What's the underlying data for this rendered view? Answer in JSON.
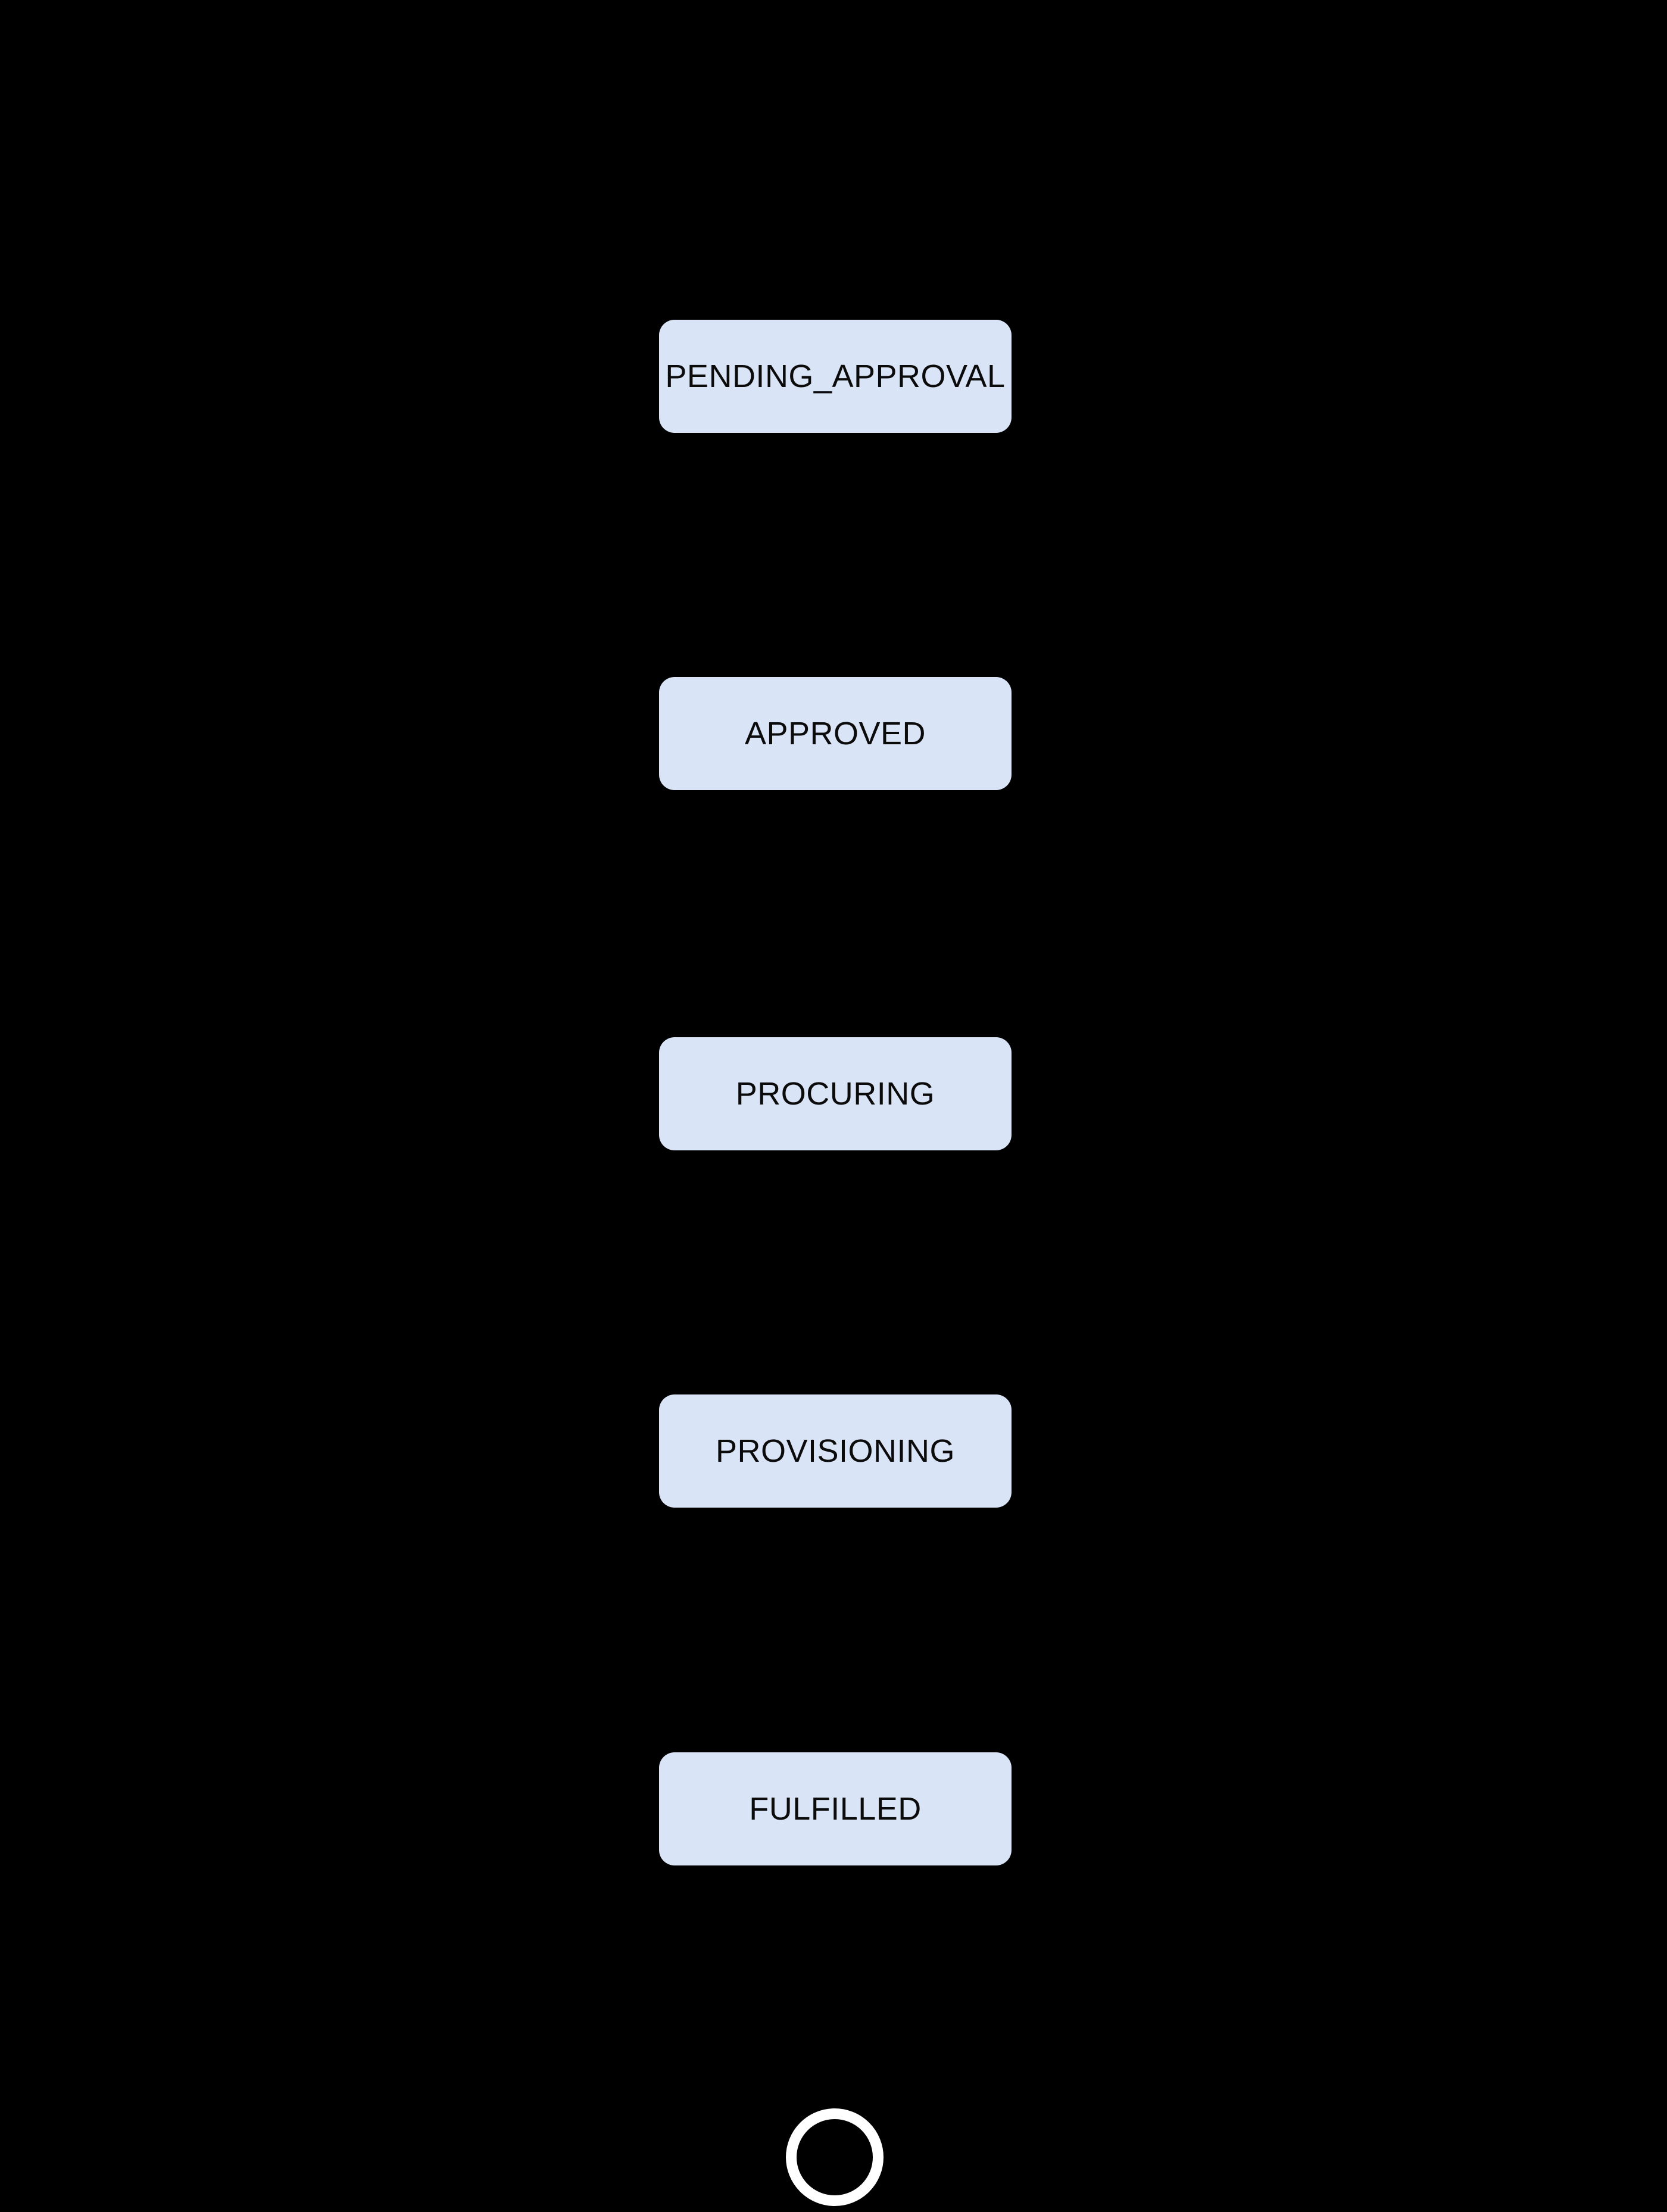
{
  "diagram": {
    "type": "state-diagram",
    "background_color": "#000000",
    "node_fill_color": "#d9e4f7",
    "node_text_color": "#0b0b0b",
    "final_state_ring_color": "#ffffff",
    "states": [
      {
        "label": "PENDING_APPROVAL"
      },
      {
        "label": "APPROVED"
      },
      {
        "label": "PROCURING"
      },
      {
        "label": "PROVISIONING"
      },
      {
        "label": "FULFILLED"
      }
    ]
  }
}
